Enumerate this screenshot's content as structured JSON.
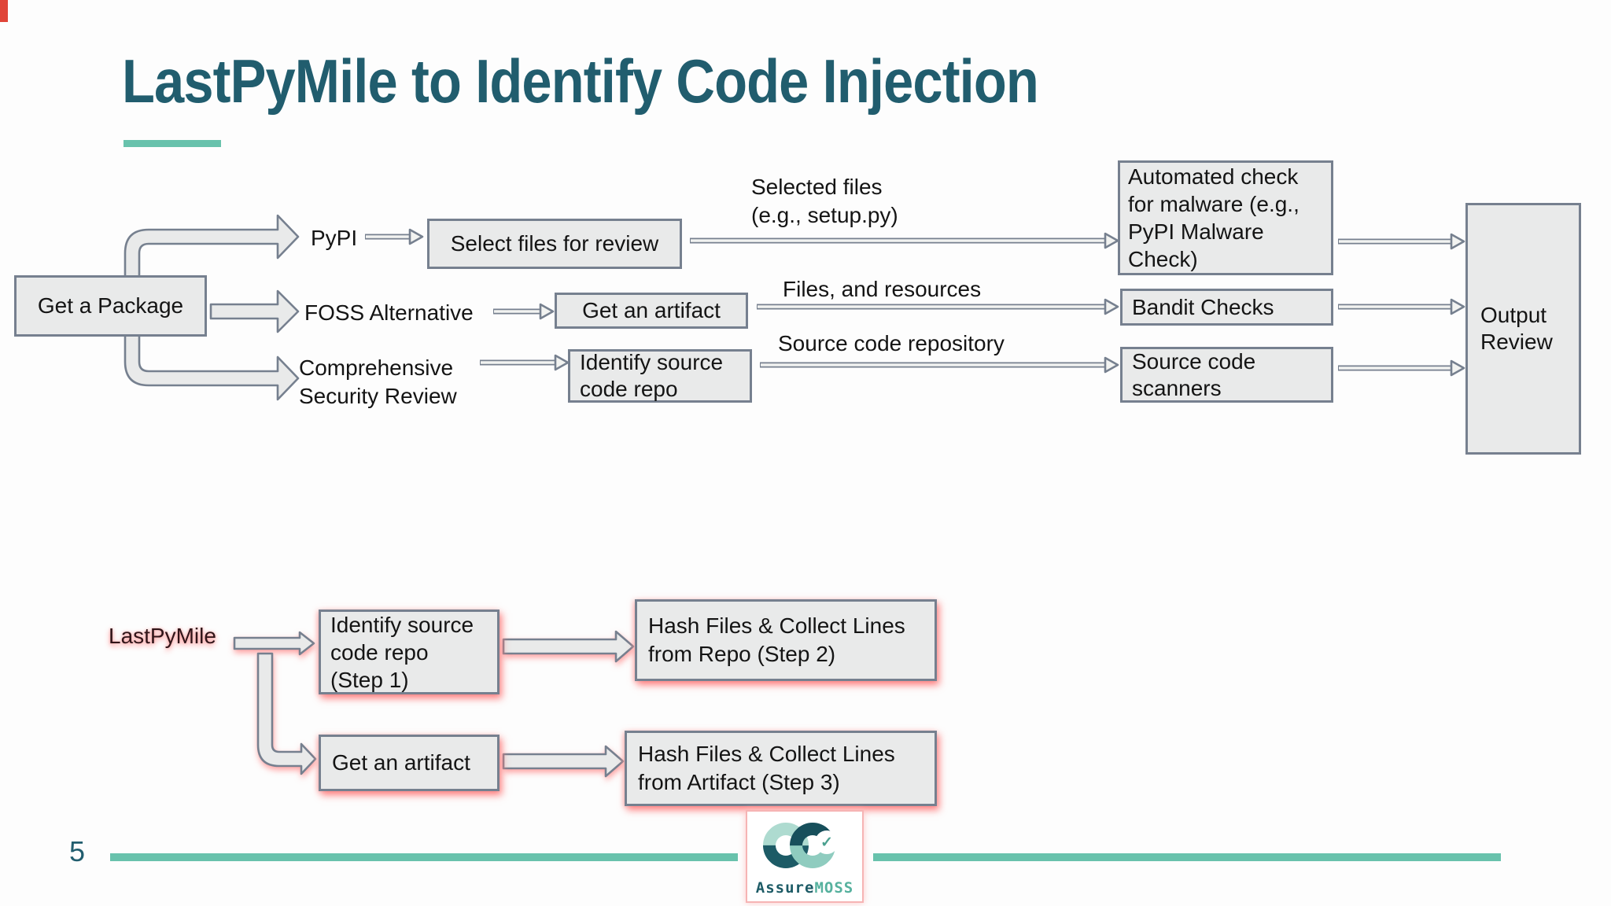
{
  "slide": {
    "title": "LastPyMile to Identify Code Injection"
  },
  "colors": {
    "title_teal": "#215d6e",
    "accent_teal": "#68c2ac",
    "box_fill": "#e9eaea",
    "box_border": "#76808f",
    "pink_glow": "#ff9c9c",
    "maroon_text": "#301519",
    "logo_dark_teal": "#1d5b66",
    "logo_mint": "#aedbd0",
    "recording_strip_red": "#e04438"
  },
  "top_flow": {
    "start_node": "Get a Package",
    "branch_pypi": "PyPI",
    "branch_foss": "FOSS Alternative",
    "branch_comprehensive": [
      "Comprehensive",
      "Security Review"
    ],
    "select_files_node": "Select files for review",
    "get_artifact_node": "Get an artifact",
    "identify_repo_node": [
      "Identify source",
      "code repo"
    ],
    "label_selected_files": [
      "Selected files",
      "(e.g., setup.py)"
    ],
    "label_files_resources": "Files, and resources",
    "label_source_repo": "Source code repository",
    "malware_check_node": [
      "Automated check",
      "for malware (e.g.,",
      "PyPI Malware",
      "Check)"
    ],
    "bandit_node": "Bandit Checks",
    "scanners_node": [
      "Source code",
      "scanners"
    ],
    "output_node": [
      "Output",
      "Review"
    ]
  },
  "bottom_flow": {
    "start_label": "LastPyMile",
    "step1_node": [
      "Identify source",
      "code repo",
      "(Step 1)"
    ],
    "step2_node": [
      "Hash Files & Collect Lines",
      "from Repo (Step 2)"
    ],
    "get_artifact_node": "Get an artifact",
    "step3_node": [
      "Hash Files & Collect Lines",
      "from Artifact (Step 3)"
    ]
  },
  "footer": {
    "page_number": "5",
    "logo": {
      "primary": "Assure",
      "secondary": "MOSS",
      "check": "✓"
    }
  }
}
